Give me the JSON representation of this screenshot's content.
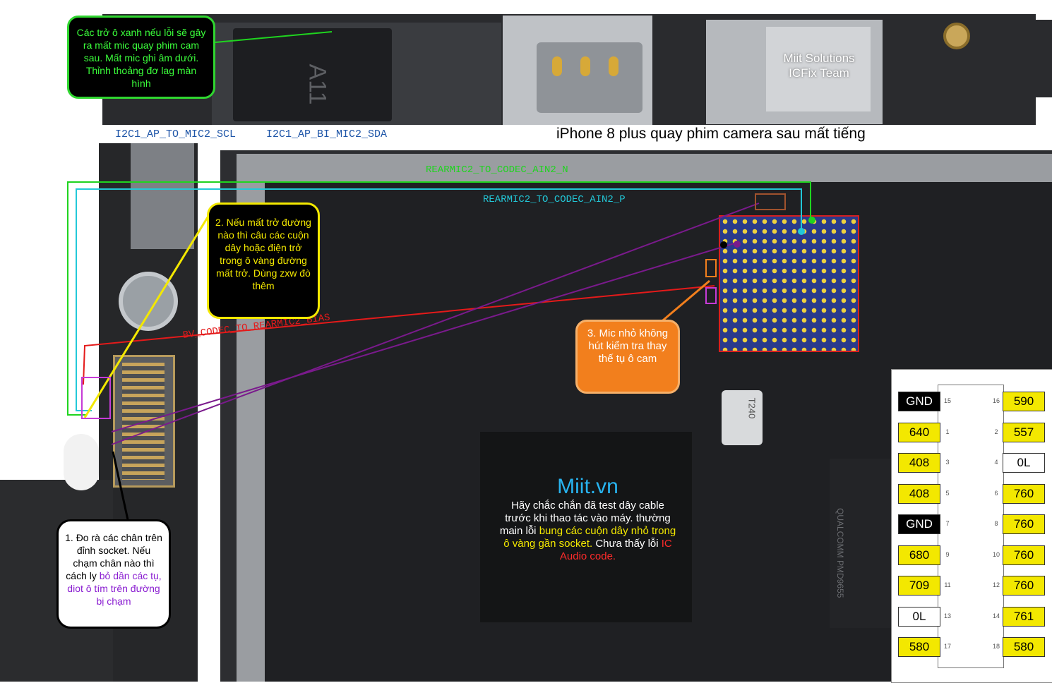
{
  "caption": "iPhone 8 plus quay phim camera sau mất tiếng",
  "watermark": {
    "line1": "Miit Solutions",
    "line2": "ICFix Team"
  },
  "signals": {
    "scl": "I2C1_AP_TO_MIC2_SCL",
    "sda": "I2C1_AP_BI_MIC2_SDA",
    "ain2n": "REARMIC2_TO_CODEC_AIN2_N",
    "ain2p": "REARMIC2_TO_CODEC_AIN2_P",
    "bias": "BV_CODEC_TO_REARMIC2_BIAS"
  },
  "notes": {
    "green": "Các trở ô xanh nếu lỗi sẽ gây ra mất mic quay phim cam sau. Mất mic ghi âm dưới. Thỉnh thoảng đơ lag màn hình",
    "yellow": "2. Nếu mất trở đường nào thì câu các cuộn dây hoặc điện trở trong ô vàng đường mất trở. Dùng zxw đò thêm",
    "orange": "3. Mic nhỏ không hút kiểm tra thay thế tụ ô cam",
    "white_a": "1. Đo rà các chân trên đỉnh socket. Nếu chạm chân nào thì cách ly",
    "white_b": "bỏ dần các tụ, diot ô tím trên đường bị chạm"
  },
  "center": {
    "brand": "Miit.vn",
    "text_a": "Hãy chắc chắn đã test dây cable trước khi thao tác vào máy. thường main lỗi",
    "text_b": "bung các cuộn dây nhỏ trong ô vàng gần socket.",
    "text_c": "Chưa thấy lỗi",
    "text_d": "IC Audio code."
  },
  "chip_labels": {
    "a11": "A11",
    "t240": "T240",
    "qualcomm": "QUALCOMM PMD9655"
  },
  "pins": [
    {
      "l_val": "GND",
      "l_style": "black",
      "l_num": "15",
      "r_num": "16",
      "r_val": "590",
      "r_style": "yellow"
    },
    {
      "l_val": "640",
      "l_style": "yellow",
      "l_num": "1",
      "r_num": "2",
      "r_val": "557",
      "r_style": "yellow"
    },
    {
      "l_val": "408",
      "l_style": "yellow",
      "l_num": "3",
      "r_num": "4",
      "r_val": "0L",
      "r_style": "white"
    },
    {
      "l_val": "408",
      "l_style": "yellow",
      "l_num": "5",
      "r_num": "6",
      "r_val": "760",
      "r_style": "yellow"
    },
    {
      "l_val": "GND",
      "l_style": "black",
      "l_num": "7",
      "r_num": "8",
      "r_val": "760",
      "r_style": "yellow"
    },
    {
      "l_val": "680",
      "l_style": "yellow",
      "l_num": "9",
      "r_num": "10",
      "r_val": "760",
      "r_style": "yellow"
    },
    {
      "l_val": "709",
      "l_style": "yellow",
      "l_num": "11",
      "r_num": "12",
      "r_val": "760",
      "r_style": "yellow"
    },
    {
      "l_val": "0L",
      "l_style": "white",
      "l_num": "13",
      "r_num": "14",
      "r_val": "761",
      "r_style": "yellow"
    },
    {
      "l_val": "580",
      "l_style": "yellow",
      "l_num": "17",
      "r_num": "18",
      "r_val": "580",
      "r_style": "yellow"
    }
  ]
}
